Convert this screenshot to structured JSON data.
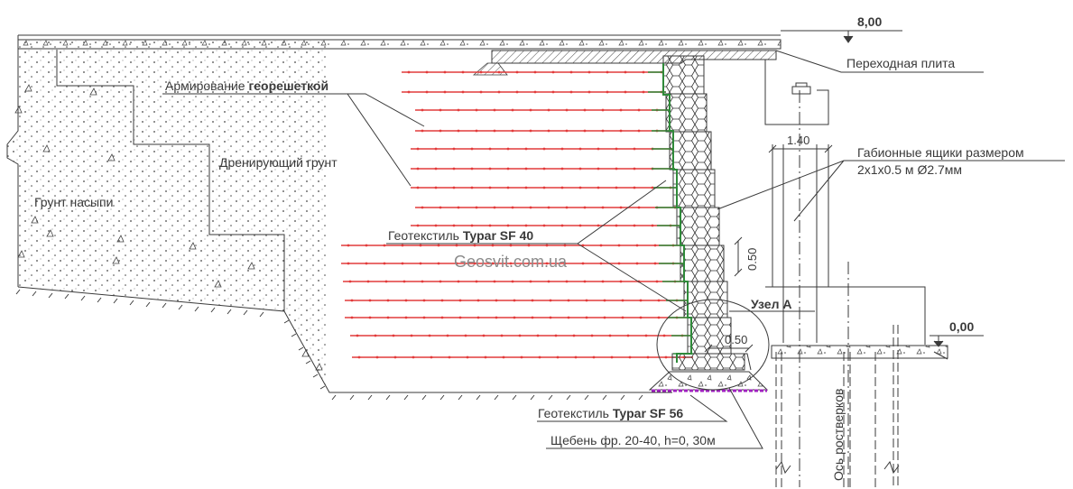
{
  "labels": {
    "elev_top": "8,00",
    "elev_zero": "0,00",
    "transition_slab": "Переходная плита",
    "reinforcement_prefix": "Армирование ",
    "reinforcement_bold": "георешеткой",
    "drainage_soil": "Дренирующий грунт",
    "fill_soil": "Грунт насыпи",
    "geotextile_top_prefix": "Геотекстиль ",
    "geotextile_top_bold": "Typar SF 40",
    "watermark": "Geosvit.com.ua",
    "gabion_line1": "Габионные ящики размером",
    "gabion_line2": "2x1x0.5 м Ø2.7мм",
    "dim_140": "1.40",
    "dim_050_vertical": "0.50",
    "dim_050_horizontal": "0.50",
    "node_a": "Узел А",
    "geotextile_bottom_prefix": "Геотекстиль ",
    "geotextile_bottom_bold": "Typar SF 56",
    "gravel": "Щебень фр. 20-40, h=0, 30м",
    "pile_axis": "Ось ростверков"
  },
  "colors": {
    "line": "#3a3a3a",
    "geogrid": "#e23b3b",
    "geotextile": "#2f8a3a",
    "purple_geotextile": "#a020c0",
    "watermark": "#8a8a8a"
  }
}
